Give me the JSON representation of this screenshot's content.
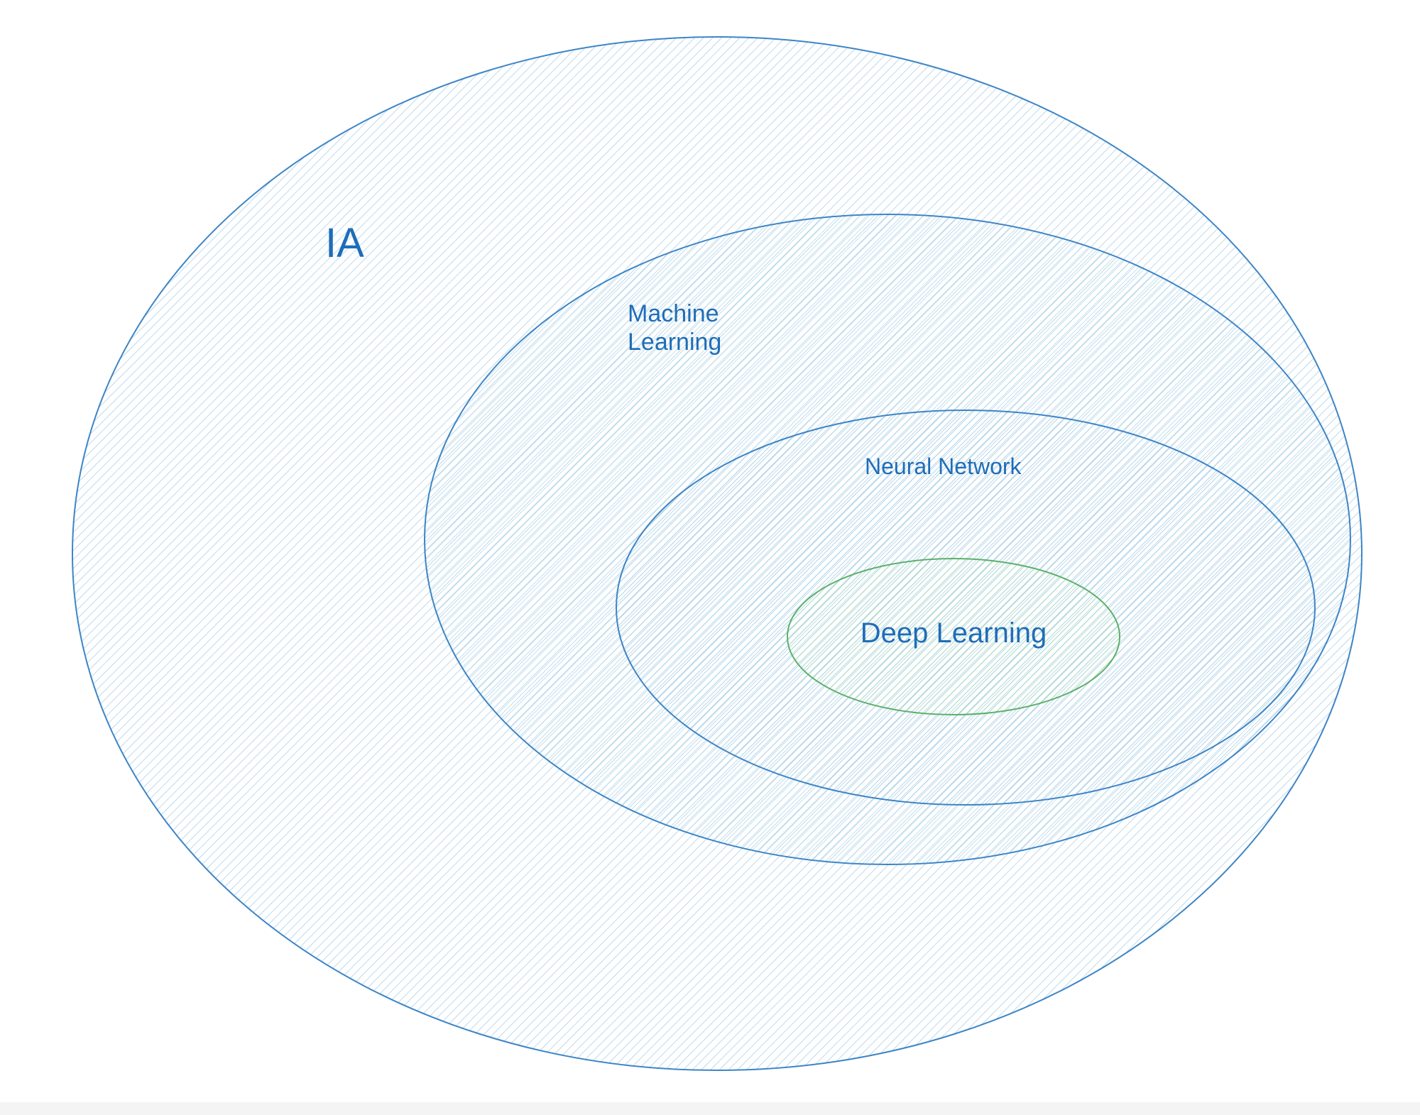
{
  "diagram": {
    "type": "nested-sets",
    "colors": {
      "outline_blue": "#3d85c6",
      "hatch_blue": "#9fcbe6",
      "outline_green": "#5cb06a",
      "hatch_green": "#a6dcb1",
      "label_blue": "#1f6db8"
    },
    "sets": {
      "ia": {
        "label": "IA"
      },
      "machine_learning": {
        "label_line1": "Machine",
        "label_line2": "Learning"
      },
      "neural_network": {
        "label": "Neural Network"
      },
      "deep_learning": {
        "label": "Deep Learning"
      }
    }
  }
}
